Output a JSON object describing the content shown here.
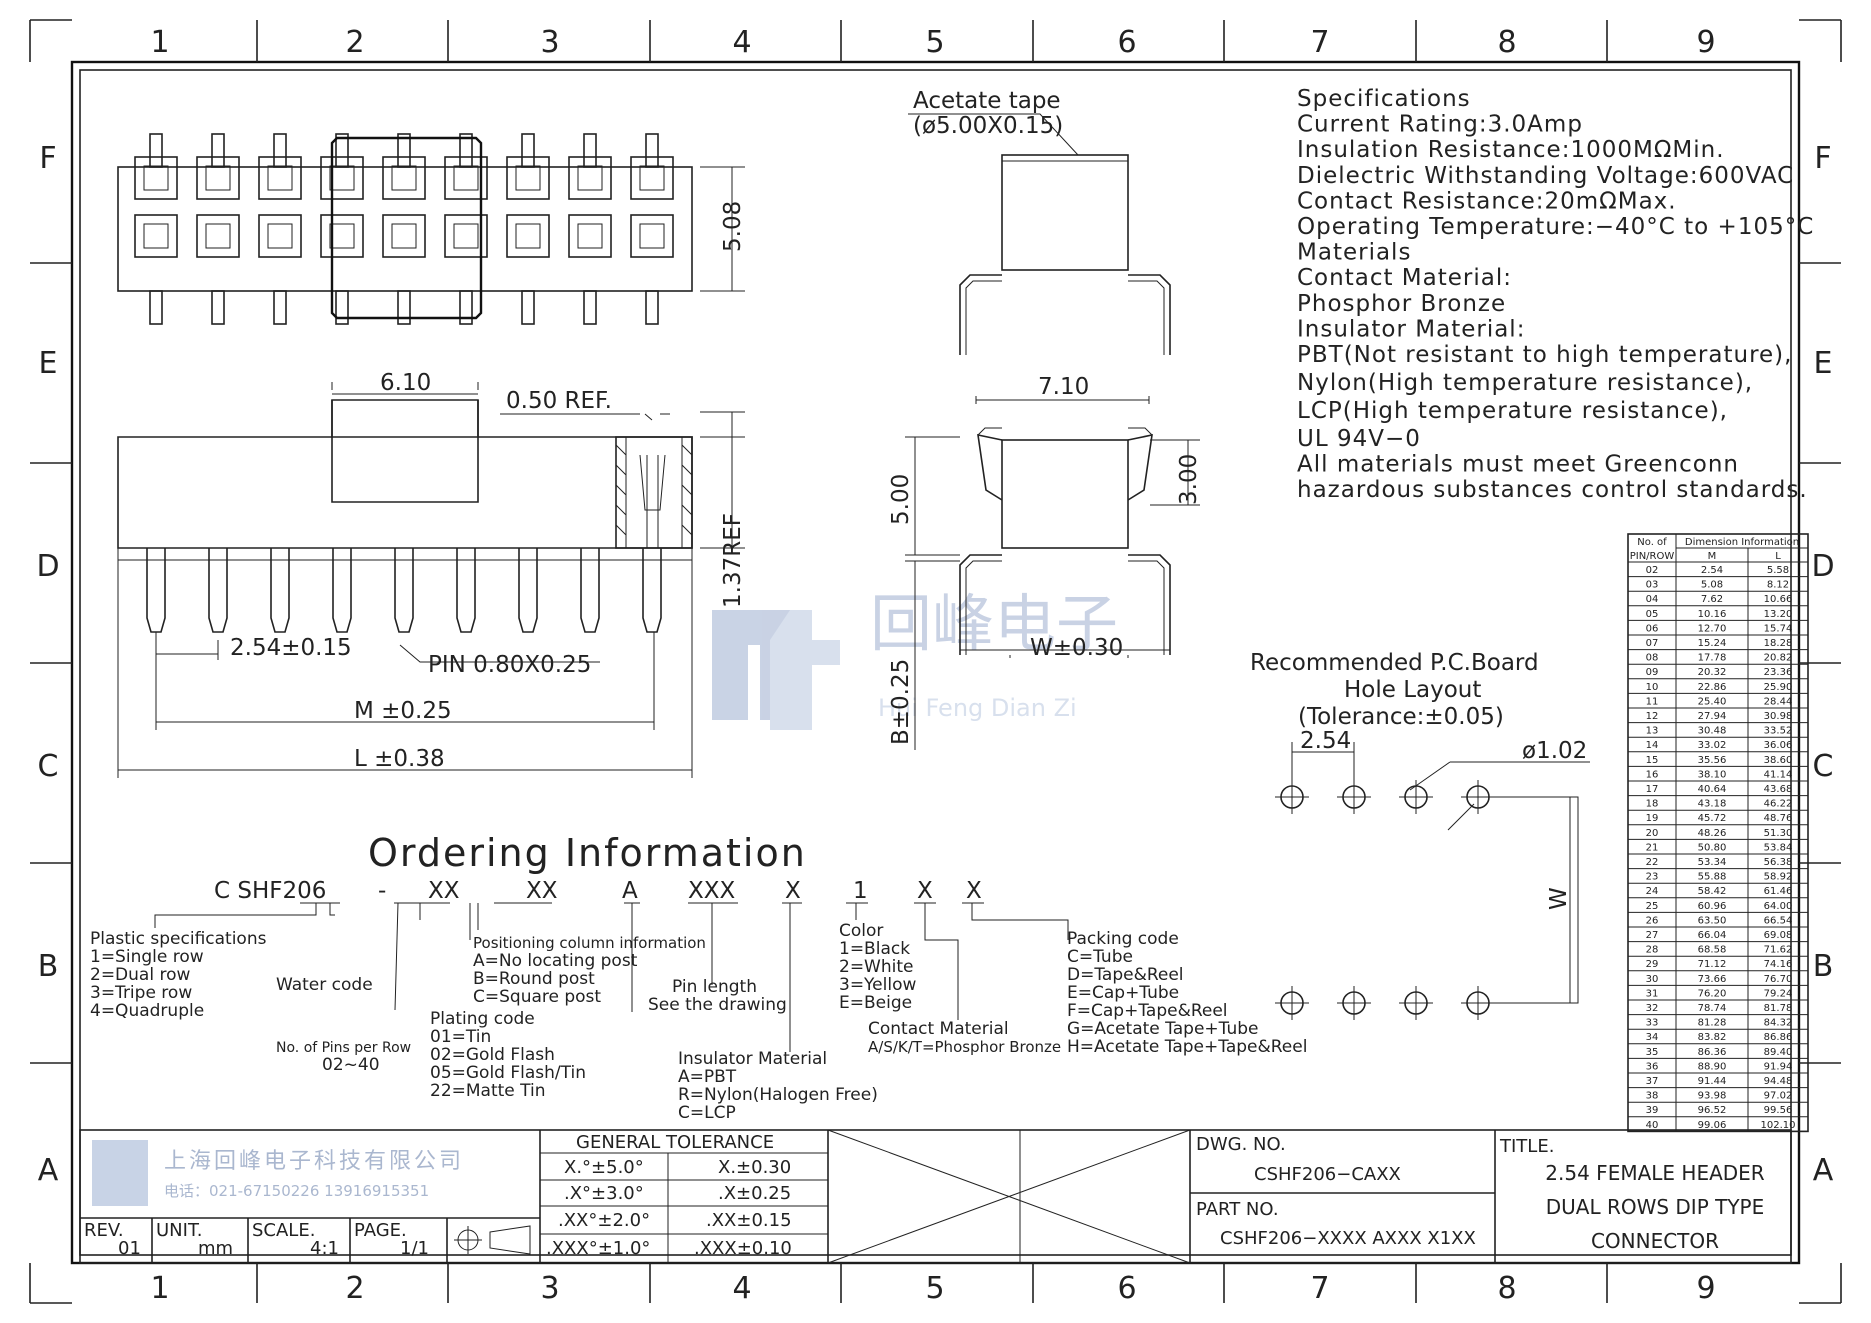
{
  "border": {
    "columns": [
      "1",
      "2",
      "3",
      "4",
      "5",
      "6",
      "7",
      "8",
      "9"
    ],
    "rows": [
      "F",
      "E",
      "D",
      "C",
      "B",
      "A"
    ]
  },
  "specifications": [
    "Specifications",
    "Current Rating:3.0Amp",
    "Insulation  Resistance:1000MΩMin.",
    "Dielectric  Withstanding  Voltage:600VAC",
    "Contact  Resistance:20mΩMax.",
    "Operating  Temperature:−40°C  to  +105°C",
    "Materials",
    "Contact  Material:",
    "Phosphor  Bronze",
    "Insulator  Material:",
    "PBT(Not  resistant  to  high  temperature),",
    "Nylon(High  temperature  resistance),",
    "LCP(High  temperature  resistance),",
    "UL  94V−0",
    "All  materials  must  meet  Greenconn",
    "hazardous  substances  control  standards."
  ],
  "dimensions": {
    "d_508": "5.08",
    "d_610": "6.10",
    "d_050": "0.50  REF.",
    "d_137": "1.37REF",
    "d_254": "2.54±0.15",
    "d_pin": "PIN  0.80X0.25",
    "d_m": "M  ±0.25",
    "d_l": "L  ±0.38",
    "acetate_1": "Acetate  tape",
    "acetate_2": "(ø5.00X0.15)",
    "d_710": "7.10",
    "d_500": "5.00",
    "d_300": "3.00",
    "d_w": "W±0.30",
    "d_b": "B±0.25"
  },
  "pcb": {
    "title_1": "Recommended  P.C.Board",
    "title_2": "Hole  Layout",
    "title_3": "(Tolerance:±0.05)",
    "pitch": "2.54",
    "hole": "ø1.02",
    "w": "W"
  },
  "watermark": {
    "cn": "回峰电子",
    "en": "Hui Feng Dian Zi"
  },
  "ordering": {
    "title": "Ordering  Information",
    "code": [
      "C SHF206",
      "-",
      "XX",
      "XX",
      "A",
      "XXX",
      "X",
      "1",
      "X",
      "X"
    ],
    "plastic": [
      "Plastic  specifications",
      "1=Single  row",
      "2=Dual  row",
      "3=Tripe  row",
      "4=Quadruple"
    ],
    "water": "Water  code",
    "pins": [
      "No. of Pins per Row",
      "02~40"
    ],
    "plating": [
      "Plating  code",
      "01=Tin",
      "02=Gold  Flash",
      "05=Gold  Flash/Tin",
      "22=Matte  Tin"
    ],
    "positioning": [
      "Positioning  column  information",
      "A=No  locating  post",
      "B=Round  post",
      "C=Square  post"
    ],
    "pinlen": [
      "Pin  length",
      "See  the  drawing"
    ],
    "insulator": [
      "Insulator  Material",
      "A=PBT",
      "R=Nylon(Halogen Free)",
      "C=LCP"
    ],
    "color": [
      "Color",
      "1=Black",
      "2=White",
      "3=Yellow",
      "E=Beige"
    ],
    "contact": [
      "Contact  Material",
      "A/S/K/T=Phosphor  Bronze"
    ],
    "packing": [
      "Packing  code",
      "C=Tube",
      "D=Tape&Reel",
      "E=Cap+Tube",
      "F=Cap+Tape&Reel",
      "G=Acetate  Tape+Tube",
      "H=Acetate  Tape+Tape&Reel"
    ]
  },
  "dimension_table": {
    "header_no": "No.  of",
    "header_info": "Dimension  Information",
    "header_pin": "PIN/ROW",
    "header_m": "M",
    "header_l": "L",
    "rows": [
      [
        "02",
        "2.54",
        "5.58"
      ],
      [
        "03",
        "5.08",
        "8.12"
      ],
      [
        "04",
        "7.62",
        "10.66"
      ],
      [
        "05",
        "10.16",
        "13.20"
      ],
      [
        "06",
        "12.70",
        "15.74"
      ],
      [
        "07",
        "15.24",
        "18.28"
      ],
      [
        "08",
        "17.78",
        "20.82"
      ],
      [
        "09",
        "20.32",
        "23.36"
      ],
      [
        "10",
        "22.86",
        "25.90"
      ],
      [
        "11",
        "25.40",
        "28.44"
      ],
      [
        "12",
        "27.94",
        "30.98"
      ],
      [
        "13",
        "30.48",
        "33.52"
      ],
      [
        "14",
        "33.02",
        "36.06"
      ],
      [
        "15",
        "35.56",
        "38.60"
      ],
      [
        "16",
        "38.10",
        "41.14"
      ],
      [
        "17",
        "40.64",
        "43.68"
      ],
      [
        "18",
        "43.18",
        "46.22"
      ],
      [
        "19",
        "45.72",
        "48.76"
      ],
      [
        "20",
        "48.26",
        "51.30"
      ],
      [
        "21",
        "50.80",
        "53.84"
      ],
      [
        "22",
        "53.34",
        "56.38"
      ],
      [
        "23",
        "55.88",
        "58.92"
      ],
      [
        "24",
        "58.42",
        "61.46"
      ],
      [
        "25",
        "60.96",
        "64.00"
      ],
      [
        "26",
        "63.50",
        "66.54"
      ],
      [
        "27",
        "66.04",
        "69.08"
      ],
      [
        "28",
        "68.58",
        "71.62"
      ],
      [
        "29",
        "71.12",
        "74.16"
      ],
      [
        "30",
        "73.66",
        "76.70"
      ],
      [
        "31",
        "76.20",
        "79.24"
      ],
      [
        "32",
        "78.74",
        "81.78"
      ],
      [
        "33",
        "81.28",
        "84.32"
      ],
      [
        "34",
        "83.82",
        "86.86"
      ],
      [
        "35",
        "86.36",
        "89.40"
      ],
      [
        "36",
        "88.90",
        "91.94"
      ],
      [
        "37",
        "91.44",
        "94.48"
      ],
      [
        "38",
        "93.98",
        "97.02"
      ],
      [
        "39",
        "96.52",
        "99.56"
      ],
      [
        "40",
        "99.06",
        "102.10"
      ]
    ]
  },
  "title_block": {
    "company": "上海回峰电子科技有限公司",
    "phone": "电话：021-67150226  13916915351",
    "rev_label": "REV.",
    "rev": "01",
    "unit_label": "UNIT.",
    "unit": "mm",
    "scale_label": "SCALE.",
    "scale": "4:1",
    "page_label": "PAGE.",
    "page": "1/1",
    "tol_title": "GENERAL  TOLERANCE",
    "tol": [
      [
        "X.°±5.0°",
        "X.±0.30"
      ],
      [
        ".X°±3.0°",
        ".X±0.25"
      ],
      [
        ".XX°±2.0°",
        ".XX±0.15"
      ],
      [
        ".XXX°±1.0°",
        ".XXX±0.10"
      ]
    ],
    "dwg_label": "DWG.  NO.",
    "dwg": "CSHF206−CAXX",
    "part_label": "PART  NO.",
    "part": "CSHF206−XXXX  AXXX  X1XX",
    "title_label": "TITLE.",
    "title": [
      "2.54  FEMALE  HEADER",
      "DUAL  ROWS  DIP  TYPE",
      "CONNECTOR"
    ]
  },
  "colors": {
    "ink": "#222222",
    "watermark": "#b7c4dc"
  }
}
